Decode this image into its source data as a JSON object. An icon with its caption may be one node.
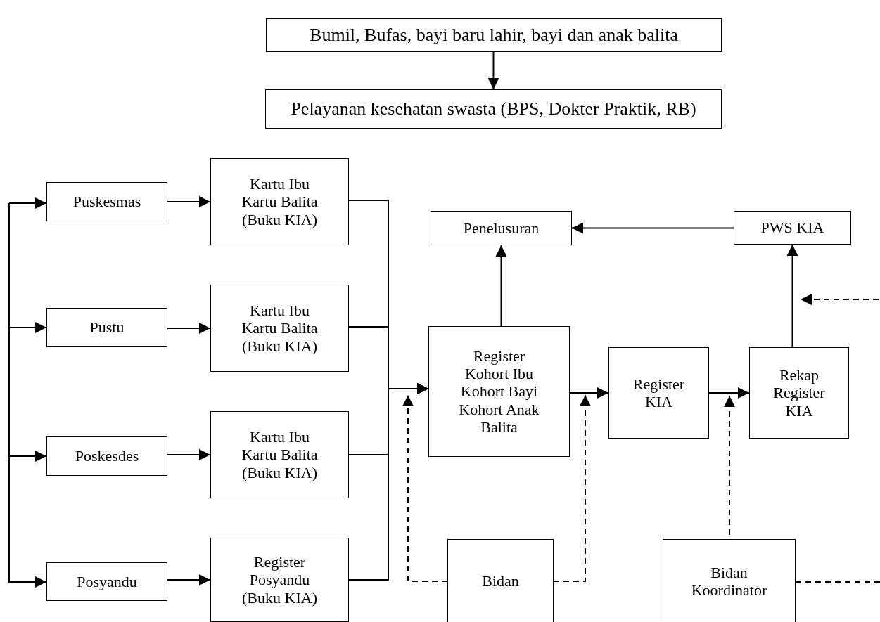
{
  "diagram": {
    "nodes": [
      {
        "text": [
          "Bumil, Bufas, bayi baru lahir, bayi dan anak balita"
        ]
      },
      {
        "text": [
          "Pelayanan kesehatan swasta (BPS, Dokter Praktik, RB)"
        ]
      },
      {
        "text": [
          "Puskesmas"
        ]
      },
      {
        "text": [
          "Kartu Ibu Kartu Balita (Buku KIA)"
        ]
      },
      {
        "text": [
          "Penelusuran"
        ]
      },
      {
        "text": [
          "PWS KIA"
        ]
      },
      {
        "text": [
          "Pustu"
        ]
      },
      {
        "text": [
          "Kartu Ibu Kartu Balita (Buku KIA)"
        ]
      },
      {
        "text": [
          "Register Kohort Ibu Kohort Bayi Kohort Anak Balita"
        ]
      },
      {
        "text": [
          "Register KIA"
        ]
      },
      {
        "text": [
          "Rekap Register KIA"
        ]
      },
      {
        "text": [
          "Poskesdes"
        ]
      },
      {
        "text": [
          "Kartu Ibu Kartu Balita (Buku KIA)"
        ]
      },
      {
        "text": [
          "Posyandu"
        ]
      },
      {
        "text": [
          "Register Posyandu (Buku KIA)"
        ]
      },
      {
        "text": [
          "Bidan"
        ]
      },
      {
        "text": [
          "Bidan Koordinator"
        ]
      }
    ],
    "edges": [
      {
        "from": 0,
        "to": 1,
        "arrow": "to"
      },
      {
        "from": null,
        "to": 2,
        "arrow": "to"
      },
      {
        "from": null,
        "to": 6,
        "arrow": "to"
      },
      {
        "from": null,
        "to": 11,
        "arrow": "to"
      },
      {
        "from": null,
        "to": 13,
        "arrow": "to"
      },
      {
        "from": 2,
        "to": 3,
        "arrow": "to"
      },
      {
        "from": 6,
        "to": 7,
        "arrow": "to"
      },
      {
        "from": 11,
        "to": 12,
        "arrow": "to"
      },
      {
        "from": 13,
        "to": 14,
        "arrow": "to"
      },
      {
        "from": 3,
        "to": 8,
        "arrow": "to"
      },
      {
        "from": 7,
        "to": 8,
        "arrow": "to"
      },
      {
        "from": 12,
        "to": 8,
        "arrow": "to"
      },
      {
        "from": 14,
        "to": 8,
        "arrow": "to"
      },
      {
        "from": 8,
        "to": 4,
        "arrow": "to"
      },
      {
        "from": 5,
        "to": 4,
        "arrow": "to"
      },
      {
        "from": 8,
        "to": 9,
        "arrow": "to"
      },
      {
        "from": 9,
        "to": 10,
        "arrow": "to"
      },
      {
        "from": 10,
        "to": 5,
        "arrow": "to"
      },
      {
        "from": 15,
        "to": 8,
        "arrow": "to",
        "style": "dashed"
      },
      {
        "from": 15,
        "to": 8,
        "arrow": "to",
        "style": "dashed"
      },
      {
        "from": 16,
        "to": 10,
        "arrow": "to",
        "style": "dashed"
      },
      {
        "from": 16,
        "to": null,
        "arrow": "to",
        "style": "dashed"
      }
    ]
  }
}
